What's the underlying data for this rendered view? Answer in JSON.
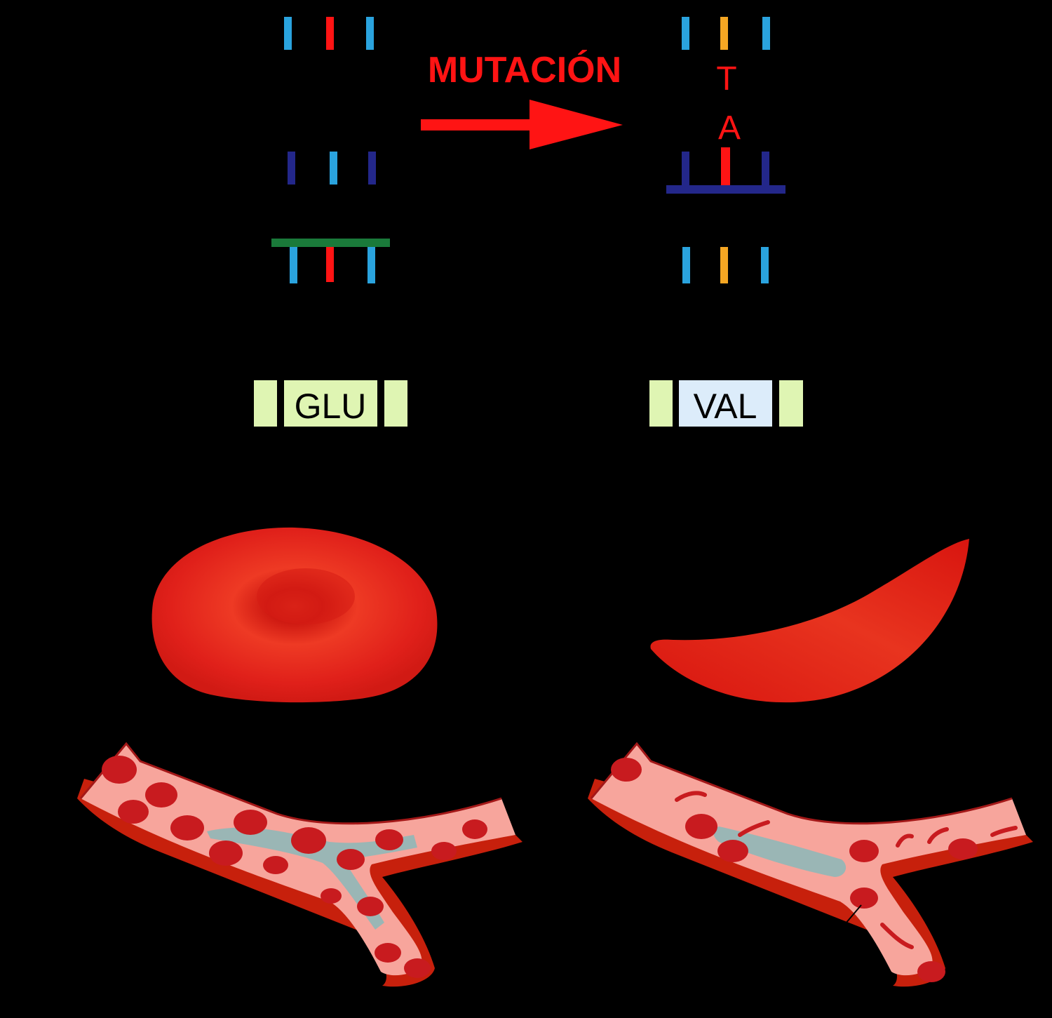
{
  "labels": {
    "mutation": "MUTACIÓN",
    "mutated_top": "T",
    "mutated_bottom": "A",
    "amino_normal": "GLU",
    "amino_mutant": "VAL"
  },
  "colors": {
    "background": "#000000",
    "mutation_red": "#ff1414",
    "light_blue": "#2aa3de",
    "navy": "#23278a",
    "green": "#1a7a3a",
    "orange": "#f5a623",
    "amino_green": "#dff5b3",
    "amino_blue": "#dcecfa",
    "cell_red": "#dd1a12",
    "vessel_pink": "#f7a59c",
    "vessel_dark": "#c7200c",
    "blood_cell": "#c81b1f",
    "clot": "#8fb8b8"
  },
  "icons": [
    "mutation-arrow-icon",
    "normal-red-blood-cell-icon",
    "sickle-cell-icon",
    "normal-blood-vessel-icon",
    "blocked-blood-vessel-icon"
  ]
}
